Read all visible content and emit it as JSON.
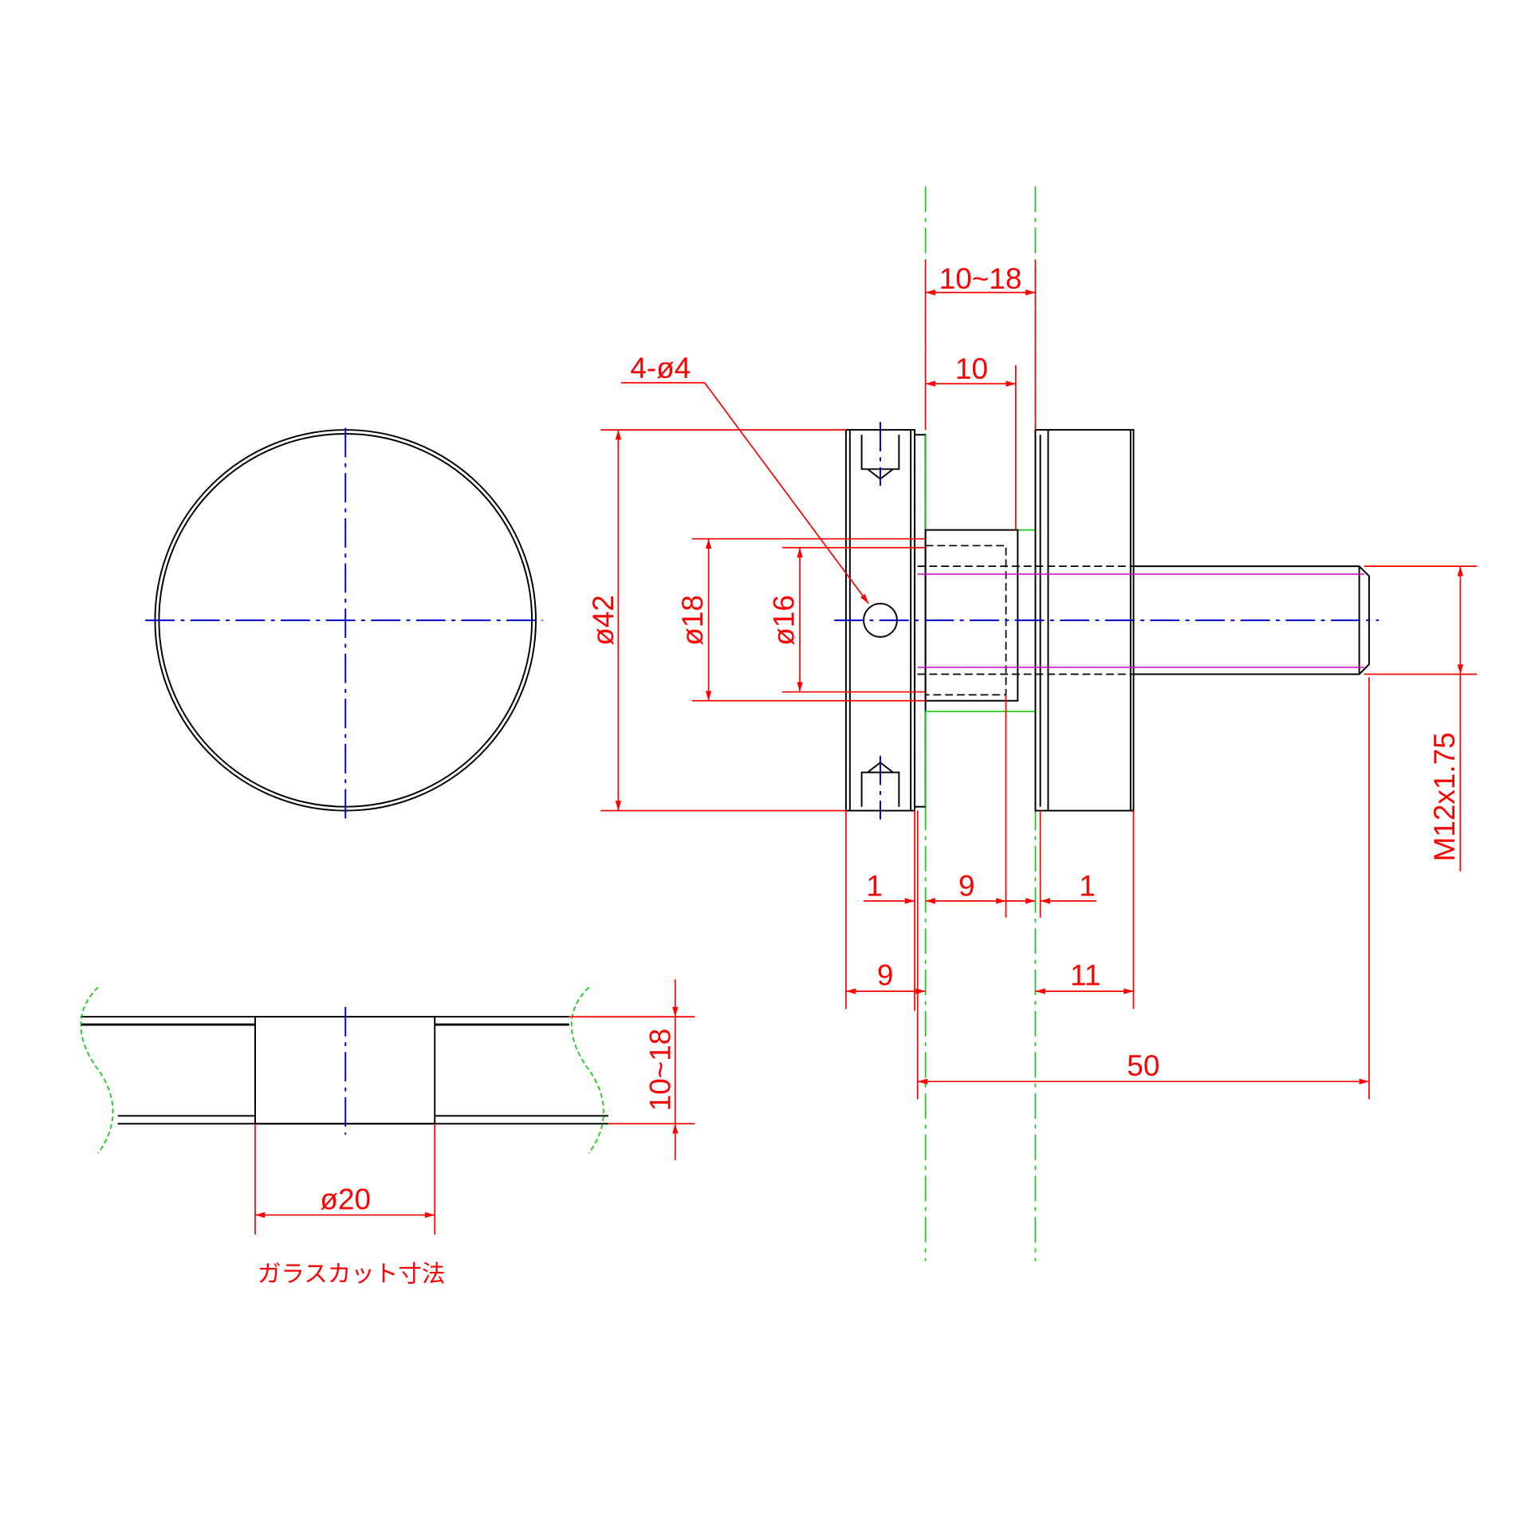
{
  "drawing": {
    "dimensions": {
      "glass_thickness_top": "10~18",
      "clamp_depth": "10",
      "holes": "4-ø4",
      "flange_diameter": "ø42",
      "sleeve_outer": "ø18",
      "sleeve_inner": "ø16",
      "thread": "M12x1.75",
      "gap_left": "1",
      "sleeve_length": "9",
      "gap_right": "1",
      "left_flange_width": "9",
      "right_flange_width": "11",
      "overall_length": "50",
      "glass_thickness_section": "10~18",
      "glass_hole_diameter": "ø20"
    },
    "caption": "ガラスカット寸法",
    "colors": {
      "dimension": "#ff0000",
      "centerline": "#0000cc",
      "glass": "#11cc11",
      "thread": "#cc00cc"
    }
  }
}
